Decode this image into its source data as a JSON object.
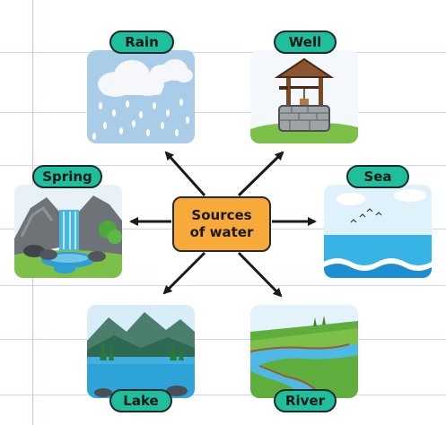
{
  "center": {
    "line1": "Sources",
    "line2": "of water"
  },
  "sources": {
    "rain": {
      "label": "Rain",
      "icon": "rain-cloud-icon"
    },
    "well": {
      "label": "Well",
      "icon": "well-icon"
    },
    "spring": {
      "label": "Spring",
      "icon": "waterfall-icon"
    },
    "sea": {
      "label": "Sea",
      "icon": "sea-waves-icon"
    },
    "lake": {
      "label": "Lake",
      "icon": "lake-icon"
    },
    "river": {
      "label": "River",
      "icon": "river-icon"
    }
  },
  "colors": {
    "label_fill": "#1fbf9d",
    "center_fill": "#f7a93a",
    "arrow": "#1a1a1a",
    "ruled_line": "#c7dcf0",
    "margin_line": "#f1b8c4"
  }
}
